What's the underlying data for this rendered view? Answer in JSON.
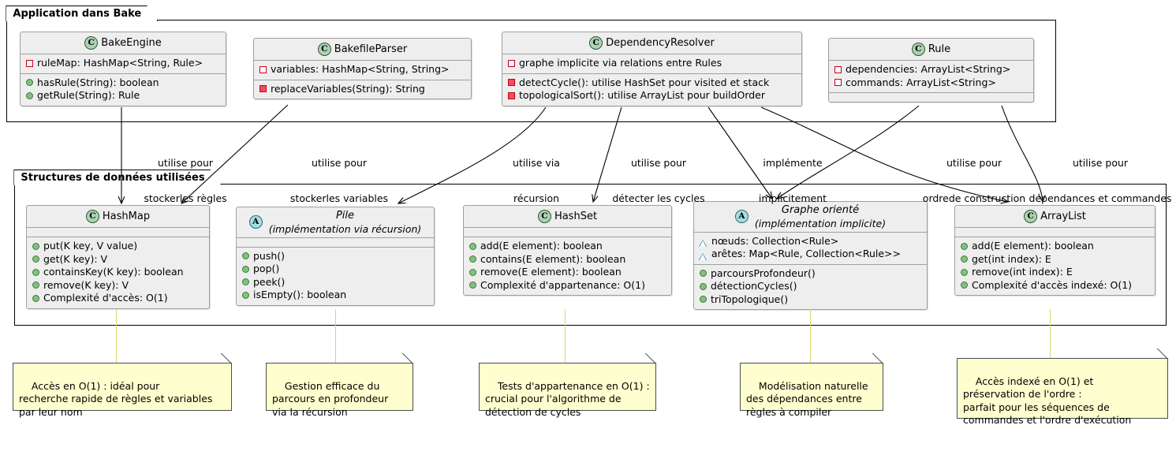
{
  "packages": [
    {
      "name": "Application dans Bake"
    },
    {
      "name": "Structures de données utilisées"
    }
  ],
  "classes": {
    "bakeengine": {
      "name": "BakeEngine",
      "stereotype": "C",
      "attributes": [
        {
          "visibility": "private-open",
          "text": "ruleMap: HashMap<String, Rule>"
        }
      ],
      "methods": [
        {
          "visibility": "public",
          "text": "hasRule(String): boolean"
        },
        {
          "visibility": "public",
          "text": "getRule(String): Rule"
        }
      ]
    },
    "bakefileparser": {
      "name": "BakefileParser",
      "stereotype": "C",
      "attributes": [
        {
          "visibility": "private-open",
          "text": "variables: HashMap<String, String>"
        }
      ],
      "methods": [
        {
          "visibility": "private-filled",
          "text": "replaceVariables(String): String"
        }
      ]
    },
    "dependencyresolver": {
      "name": "DependencyResolver",
      "stereotype": "C",
      "attributes": [
        {
          "visibility": "private-open",
          "text": "graphe implicite via relations entre Rules"
        }
      ],
      "methods": [
        {
          "visibility": "private-filled",
          "text": "detectCycle(): utilise HashSet pour visited et stack"
        },
        {
          "visibility": "private-filled",
          "text": "topologicalSort(): utilise ArrayList pour buildOrder"
        }
      ]
    },
    "rule": {
      "name": "Rule",
      "stereotype": "C",
      "attributes": [
        {
          "visibility": "private-open",
          "text": "dependencies: ArrayList<String>"
        },
        {
          "visibility": "private-open",
          "text": "commands: ArrayList<String>"
        }
      ],
      "methods": []
    },
    "hashmap": {
      "name": "HashMap",
      "stereotype": "C",
      "attributes": [],
      "methods": [
        {
          "visibility": "public",
          "text": "put(K key, V value)"
        },
        {
          "visibility": "public",
          "text": "get(K key): V"
        },
        {
          "visibility": "public",
          "text": "containsKey(K key): boolean"
        },
        {
          "visibility": "public",
          "text": "remove(K key): V"
        },
        {
          "visibility": "public",
          "text": "Complexité d'accès: O(1)"
        }
      ]
    },
    "pile": {
      "name": "Pile",
      "subtitle": "(implémentation via récursion)",
      "stereotype": "A",
      "attributes": [],
      "methods": [
        {
          "visibility": "public",
          "text": "push()"
        },
        {
          "visibility": "public",
          "text": "pop()"
        },
        {
          "visibility": "public",
          "text": "peek()"
        },
        {
          "visibility": "public",
          "text": "isEmpty(): boolean"
        }
      ]
    },
    "hashset": {
      "name": "HashSet",
      "stereotype": "C",
      "attributes": [],
      "methods": [
        {
          "visibility": "public",
          "text": "add(E element): boolean"
        },
        {
          "visibility": "public",
          "text": "contains(E element): boolean"
        },
        {
          "visibility": "public",
          "text": "remove(E element): boolean"
        },
        {
          "visibility": "public",
          "text": "Complexité d'appartenance: O(1)"
        }
      ]
    },
    "graphe": {
      "name": "Graphe orienté",
      "subtitle": "(implémentation implicite)",
      "stereotype": "A",
      "attributes": [
        {
          "visibility": "protected",
          "text": "nœuds: Collection<Rule>"
        },
        {
          "visibility": "protected",
          "text": "arêtes: Map<Rule, Collection<Rule>>"
        }
      ],
      "methods": [
        {
          "visibility": "public",
          "text": "parcoursProfondeur()"
        },
        {
          "visibility": "public",
          "text": "détectionCycles()"
        },
        {
          "visibility": "public",
          "text": "triTopologique()"
        }
      ]
    },
    "arraylist": {
      "name": "ArrayList",
      "stereotype": "C",
      "attributes": [],
      "methods": [
        {
          "visibility": "public",
          "text": "add(E element): boolean"
        },
        {
          "visibility": "public",
          "text": "get(int index): E"
        },
        {
          "visibility": "public",
          "text": "remove(int index): E"
        },
        {
          "visibility": "public",
          "text": "Complexité d'accès indexé: O(1)"
        }
      ]
    }
  },
  "edge_labels": [
    {
      "id": "e1",
      "line1": "utilise pour",
      "line2": "stockerles règles"
    },
    {
      "id": "e2",
      "line1": "utilise pour",
      "line2": "stockerles variables"
    },
    {
      "id": "e3",
      "line1": "utilise via",
      "line2": "récursion"
    },
    {
      "id": "e4",
      "line1": "utilise pour",
      "line2": "détecter les cycles"
    },
    {
      "id": "e5",
      "line1": "implémente",
      "line2": "implicitement"
    },
    {
      "id": "e6",
      "line1": "utilise pour",
      "line2": "ordrede construction"
    },
    {
      "id": "e7",
      "line1": "utilise pour",
      "line2": "dépendances et commandes"
    }
  ],
  "notes": [
    {
      "id": "n1",
      "text": "Accès en O(1) : idéal pour\nrecherche rapide de règles et variables\npar leur nom"
    },
    {
      "id": "n2",
      "text": "Gestion efficace du\nparcours en profondeur\nvia la récursion"
    },
    {
      "id": "n3",
      "text": "Tests d'appartenance en O(1) :\ncrucial pour l'algorithme de\ndétection de cycles"
    },
    {
      "id": "n4",
      "text": "Modélisation naturelle\ndes dépendances entre\nrègles à compiler"
    },
    {
      "id": "n5",
      "text": "Accès indexé en O(1) et\npréservation de l'ordre :\nparfait pour les séquences de\ncommandes et l'ordre d'exécution"
    }
  ],
  "colors": {
    "class_fill": "#EEEEEE",
    "class_border": "#A0A0A0",
    "note_fill": "#FEFECE",
    "note_border": "#4D4D4D",
    "stereotype_class": "#ADD1B2",
    "stereotype_abstract": "#A9DCDF",
    "public_marker": "#84BE84",
    "private_marker": "#F24D5C",
    "protected_marker": "#1E7FB5",
    "background": "#FFFFFF"
  }
}
